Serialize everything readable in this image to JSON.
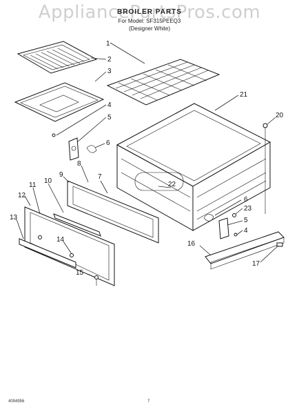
{
  "watermark": "AppliancePartsPros.com",
  "title": "BROILER PARTS",
  "model_line": "For Model: SF315PEEQ3",
  "variant_line": "(Designer White)",
  "footer_code": "4094956",
  "page_number": "7",
  "callouts": [
    "1",
    "2",
    "3",
    "4",
    "5",
    "6",
    "7",
    "8",
    "9",
    "10",
    "11",
    "12",
    "13",
    "14",
    "15",
    "16",
    "17",
    "20",
    "21",
    "22",
    "6",
    "23",
    "5",
    "4"
  ]
}
